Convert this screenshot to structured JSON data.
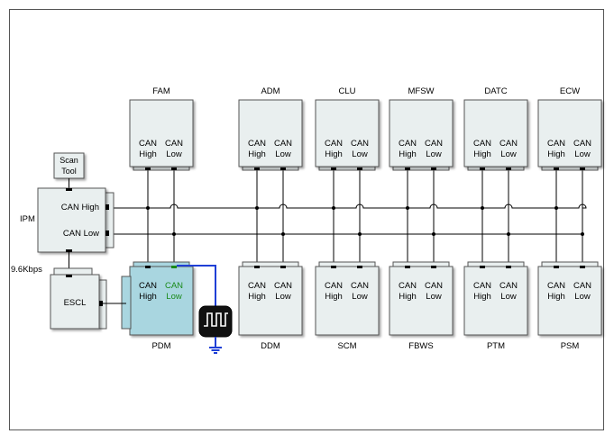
{
  "modules_top": [
    {
      "name": "FAM",
      "line1": "CAN",
      "line2": "CAN",
      "high": "High",
      "low": "Low"
    },
    {
      "name": "ADM",
      "line1": "CAN",
      "line2": "CAN",
      "high": "High",
      "low": "Low"
    },
    {
      "name": "CLU",
      "line1": "CAN",
      "line2": "CAN",
      "high": "High",
      "low": "Low"
    },
    {
      "name": "MFSW",
      "line1": "CAN",
      "line2": "CAN",
      "high": "High",
      "low": "Low"
    },
    {
      "name": "DATC",
      "line1": "CAN",
      "line2": "CAN",
      "high": "High",
      "low": "Low"
    },
    {
      "name": "ECW",
      "line1": "CAN",
      "line2": "CAN",
      "high": "High",
      "low": "Low"
    }
  ],
  "modules_bottom": [
    {
      "name": "PDM",
      "line1": "CAN",
      "line2": "CAN",
      "high": "High",
      "low": "Low"
    },
    {
      "name": "DDM",
      "line1": "CAN",
      "line2": "CAN",
      "high": "High",
      "low": "Low"
    },
    {
      "name": "SCM",
      "line1": "CAN",
      "line2": "CAN",
      "high": "High",
      "low": "Low"
    },
    {
      "name": "FBWS",
      "line1": "CAN",
      "line2": "CAN",
      "high": "High",
      "low": "Low"
    },
    {
      "name": "PTM",
      "line1": "CAN",
      "line2": "CAN",
      "high": "High",
      "low": "Low"
    },
    {
      "name": "PSM",
      "line1": "CAN",
      "line2": "CAN",
      "high": "High",
      "low": "Low"
    }
  ],
  "scan_tool": {
    "line1": "Scan",
    "line2": "Tool"
  },
  "ipm": {
    "name": "IPM",
    "can_high": "CAN High",
    "can_low": "CAN Low"
  },
  "escl": {
    "name": "ESCL",
    "speed": "9.6Kbps"
  },
  "colors": {
    "box_fill": "#e9efef",
    "pdm_fill": "#a9d6e0",
    "highlight_wire": "#1f3fd6",
    "highlight_text": "#1a8a1a"
  }
}
